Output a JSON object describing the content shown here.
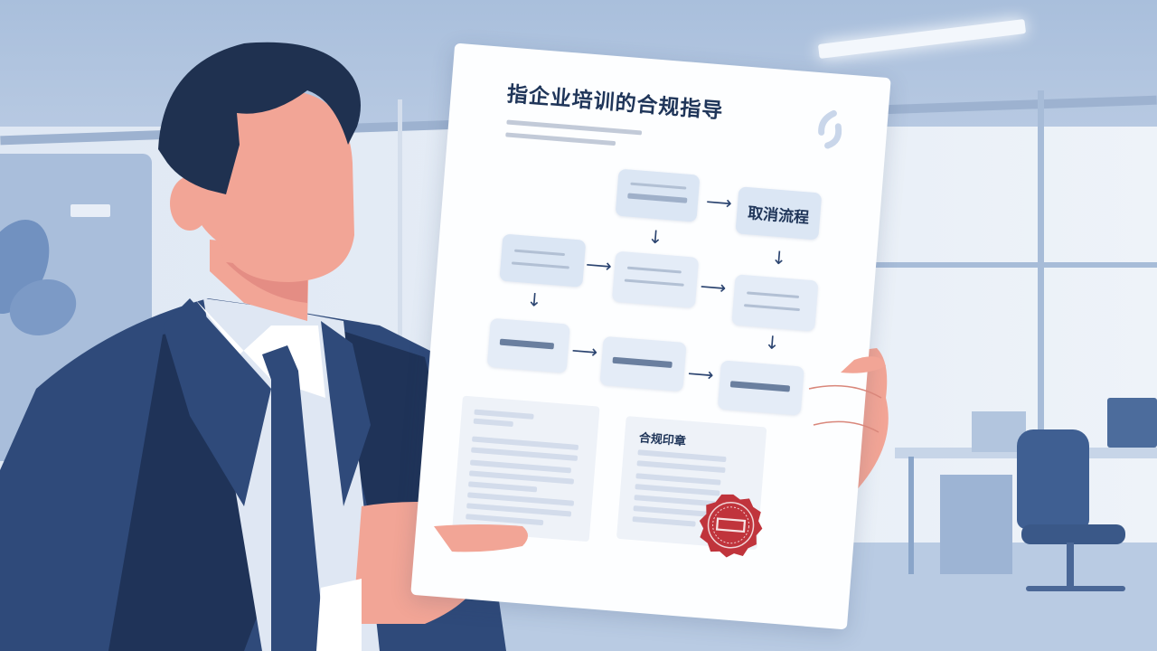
{
  "scene": {
    "description": "Flat illustration of a businessman in a navy suit holding up a compliance guide document in a blue-toned office",
    "colors": {
      "background_wall": "#e2eaf5",
      "ceiling": "#a9bfdc",
      "suit": "#2f4a7a",
      "suit_dark": "#1f3358",
      "hair": "#1f3150",
      "skin": "#f2a596",
      "shirt": "#dfe7f3",
      "document": "#fdfeff",
      "flow_box": "#e4ecf7",
      "title_text": "#1f3559",
      "seal": "#c0343c"
    }
  },
  "document": {
    "title": "指企业培训的合规指导",
    "logo_icon": "swirl-logo-icon",
    "flowchart": {
      "highlight_box_label": "取消流程",
      "boxes": [
        {
          "id": "top-center",
          "label": ""
        },
        {
          "id": "top-right",
          "label": "取消流程"
        },
        {
          "id": "mid-left",
          "label": ""
        },
        {
          "id": "mid-center",
          "label": ""
        },
        {
          "id": "mid-right",
          "label": ""
        },
        {
          "id": "bottom-left",
          "label": ""
        },
        {
          "id": "bottom-center",
          "label": ""
        },
        {
          "id": "bottom-right",
          "label": ""
        }
      ]
    },
    "seal_panel": {
      "title": "合规印章",
      "seal_icon": "wax-seal-icon"
    }
  }
}
